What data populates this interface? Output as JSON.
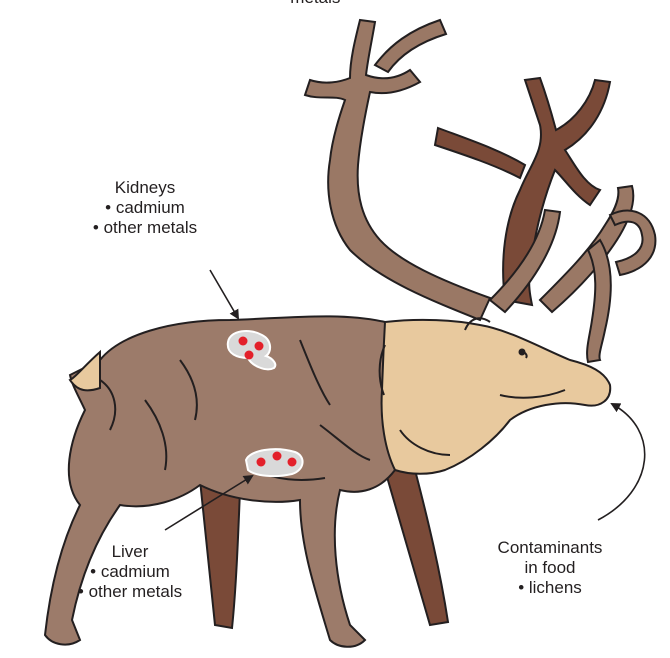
{
  "labels": {
    "top": {
      "line": "• metals"
    },
    "kidneys": {
      "title": "Kidneys",
      "items": [
        "• cadmium",
        "• other metals"
      ]
    },
    "liver": {
      "title": "Liver",
      "items": [
        "• cadmium",
        "• other metals"
      ]
    },
    "food": {
      "lines": [
        "Contaminants",
        "in food",
        "• lichens"
      ]
    }
  },
  "colors": {
    "body": "#9c7b6a",
    "antler": "#9a7865",
    "dark_legs": "#7a4a38",
    "neck_cream": "#e8c99e",
    "outline": "#231f20",
    "organ_fill": "#d9d9d9",
    "contaminant_dot": "#e3202a"
  }
}
